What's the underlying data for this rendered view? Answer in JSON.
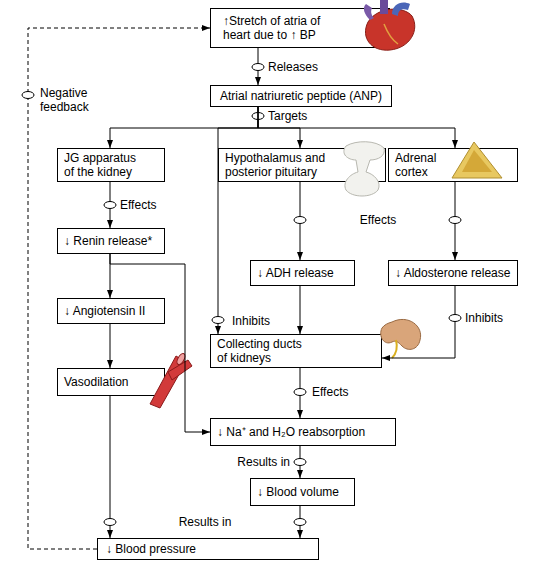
{
  "diagram": {
    "nodes": [
      {
        "text": [
          "↑Stretch of atria of heart due to ↑ BP"
        ]
      },
      {
        "text": [
          "Atrial natriuretic peptide (ANP)"
        ]
      },
      {
        "text": [
          "JG apparatus of the kidney"
        ]
      },
      {
        "text": [
          "Hypothalamus and posterior pituitary"
        ]
      },
      {
        "text": [
          "Adrenal cortex"
        ]
      },
      {
        "text": [
          "↓ Renin release*"
        ]
      },
      {
        "text": [
          "↓ ADH release"
        ]
      },
      {
        "text": [
          "↓ Aldosterone release"
        ]
      },
      {
        "text": [
          "↓ Angiotensin II"
        ]
      },
      {
        "text": [
          "Collecting ducts of kidneys"
        ]
      },
      {
        "text": [
          "Vasodilation"
        ]
      },
      {
        "text": [
          "↓ Na⁺ and H₂O reabsorption"
        ]
      },
      {
        "text": [
          "↓ Blood volume"
        ]
      },
      {
        "text": [
          "↓ Blood pressure"
        ]
      }
    ],
    "edges": [
      {
        "from": 0,
        "to": 1,
        "arrow": "to",
        "label": "Releases"
      },
      {
        "from": 1,
        "to": 2,
        "arrow": "to",
        "label": "Targets"
      },
      {
        "from": 1,
        "to": 3,
        "arrow": "to"
      },
      {
        "from": 1,
        "to": 4,
        "arrow": "to"
      },
      {
        "from": 1,
        "to": 9,
        "arrow": "to",
        "label": "Inhibits"
      },
      {
        "from": 2,
        "to": 5,
        "arrow": "to",
        "label": "Effects"
      },
      {
        "from": 3,
        "to": 6,
        "arrow": "to",
        "label": "Effects"
      },
      {
        "from": 4,
        "to": 7,
        "arrow": "to"
      },
      {
        "from": 5,
        "to": 8,
        "arrow": "to"
      },
      {
        "from": 5,
        "to": 11,
        "arrow": "to"
      },
      {
        "from": 6,
        "to": 9,
        "arrow": "to"
      },
      {
        "from": 7,
        "to": 9,
        "arrow": "to",
        "label": "Inhibits"
      },
      {
        "from": 8,
        "to": 10,
        "arrow": "to"
      },
      {
        "from": 9,
        "to": 11,
        "arrow": "to",
        "label": "Effects"
      },
      {
        "from": 11,
        "to": 12,
        "arrow": "to",
        "label": "Results in"
      },
      {
        "from": 10,
        "to": 13,
        "arrow": "to",
        "label": "Results in"
      },
      {
        "from": 12,
        "to": 13,
        "arrow": "to"
      },
      {
        "from": 13,
        "to": 0,
        "arrow": "to",
        "label": "Negative feedback"
      }
    ]
  }
}
